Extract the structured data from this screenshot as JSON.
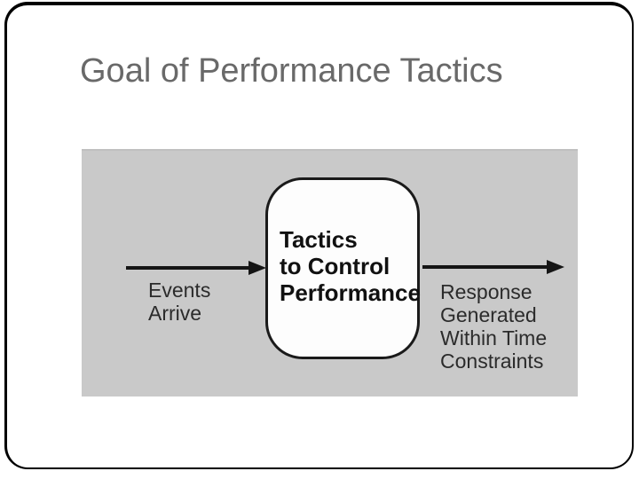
{
  "slide": {
    "title": "Goal of Performance Tactics"
  },
  "diagram": {
    "center_box": {
      "lines": [
        "Tactics",
        "to Control",
        "Performance"
      ]
    },
    "input_arrow": "arrow-right-icon",
    "output_arrow": "arrow-right-icon",
    "input_label": {
      "lines": [
        "Events",
        "Arrive"
      ]
    },
    "output_label": {
      "lines": [
        "Response",
        "Generated",
        "Within Time",
        "Constraints"
      ]
    },
    "colors": {
      "title_text": "#696969",
      "panel_background": "#c9c9c9",
      "box_background": "#fdfdfd",
      "box_border": "#1a1a1a",
      "arrow": "#151515",
      "side_label_text": "#2b2b2b",
      "center_text": "#111111",
      "frame_border": "#000000"
    }
  }
}
